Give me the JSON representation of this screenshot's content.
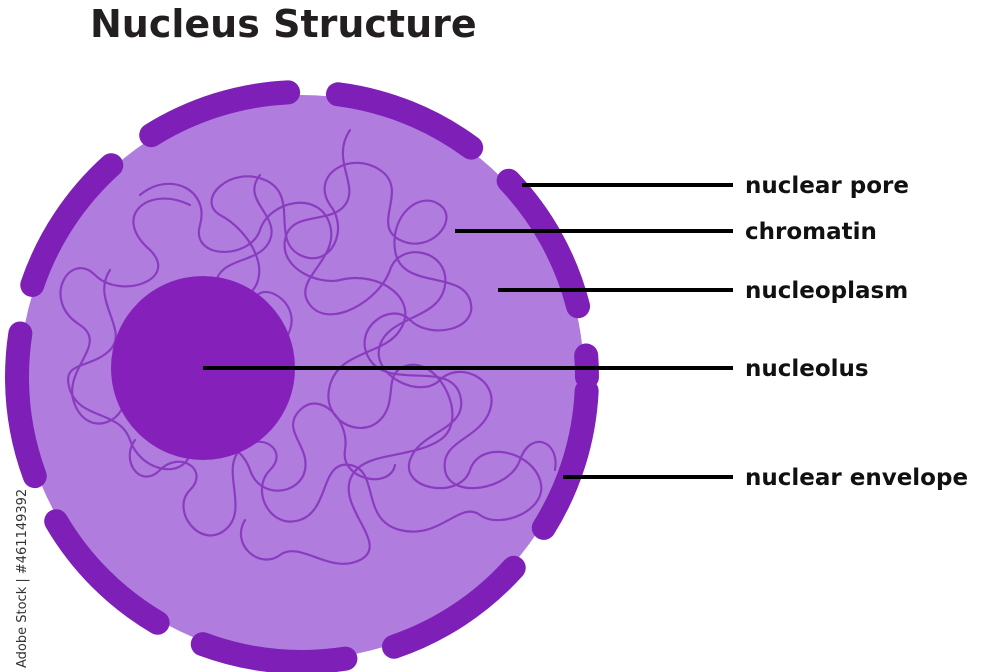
{
  "title": "Nucleus Structure",
  "labels": {
    "nuclear_pore": "nuclear pore",
    "chromatin": "chromatin",
    "nucleoplasm": "nucleoplasm",
    "nucleolus": "nucleolus",
    "nuclear_envelope": "nuclear envelope"
  },
  "watermark": {
    "stock_id": "Adobe Stock | #461149392"
  },
  "colors": {
    "envelope": "#7e1fb8",
    "nucleoplasm": "#b07ddf",
    "nucleolus": "#8521ba",
    "chromatin": "#8a3cbf",
    "leader_line": "#000000",
    "text": "#111111"
  }
}
